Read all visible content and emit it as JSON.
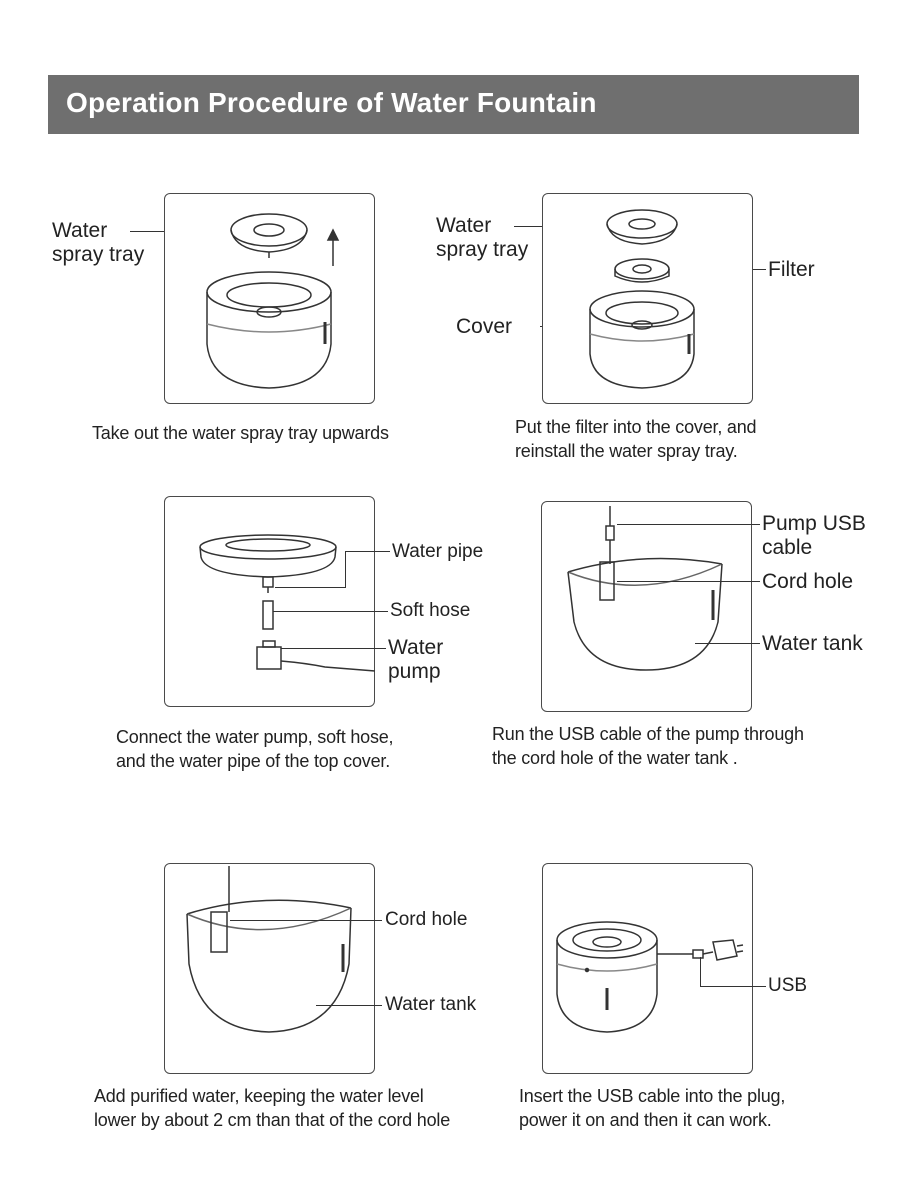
{
  "header": {
    "title": "Operation Procedure of Water Fountain"
  },
  "steps": [
    {
      "caption": [
        "Take out the water spray tray upwards"
      ],
      "labels": {
        "tray_line1": "Water",
        "tray_line2": "spray tray"
      }
    },
    {
      "caption": [
        "Put the filter into the cover, and",
        "reinstall the water spray tray."
      ],
      "labels": {
        "tray_line1": "Water",
        "tray_line2": "spray tray",
        "filter": "Filter",
        "cover": "Cover"
      }
    },
    {
      "caption": [
        "Connect the water pump, soft hose,",
        "and the water pipe of the top cover."
      ],
      "labels": {
        "water_pipe": "Water pipe",
        "soft_hose": "Soft hose",
        "pump_line1": "Water",
        "pump_line2": "pump"
      }
    },
    {
      "caption": [
        "Run the USB cable of the pump through",
        "the cord hole of the water tank ."
      ],
      "labels": {
        "usb_line1": "Pump USB",
        "usb_line2": "cable",
        "cord_hole": "Cord hole",
        "water_tank": "Water tank"
      }
    },
    {
      "caption": [
        "Add purified water, keeping the water level",
        "lower by about 2 cm than that of the cord hole"
      ],
      "labels": {
        "cord_hole": "Cord hole",
        "water_tank": "Water tank"
      }
    },
    {
      "caption": [
        "Insert the USB cable into the plug,",
        "power it on and then it can work."
      ],
      "labels": {
        "usb": "USB"
      }
    }
  ]
}
